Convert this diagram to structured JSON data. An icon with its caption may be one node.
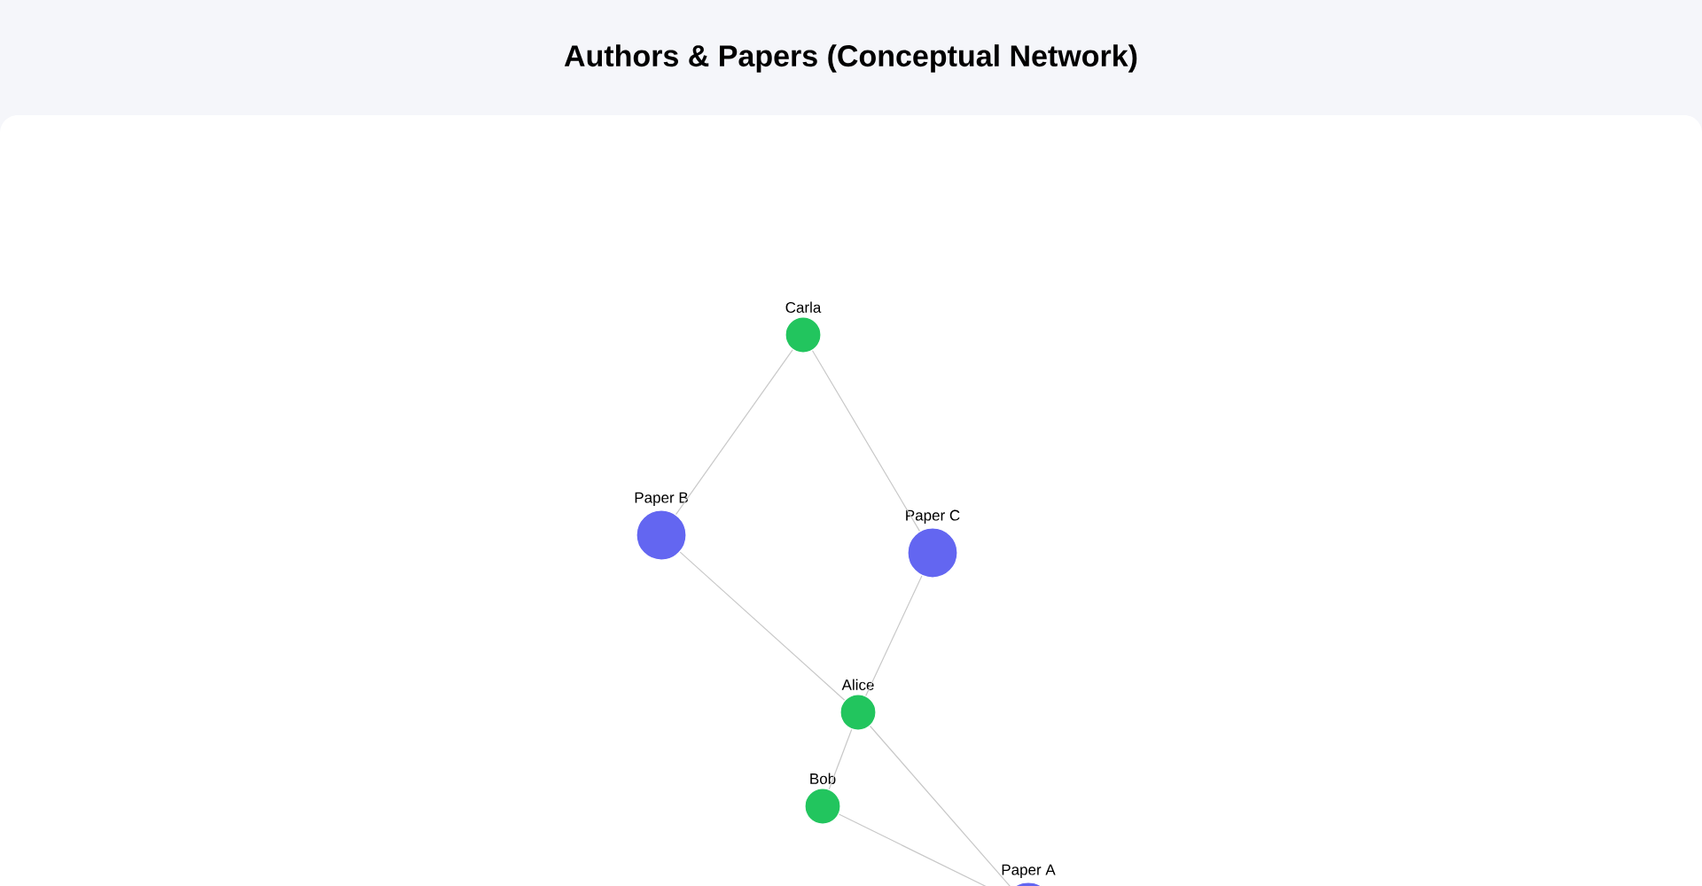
{
  "diagram": {
    "title": "Authors & Papers (Conceptual Network)",
    "nodes": [
      {
        "text": [
          "Carla"
        ]
      },
      {
        "text": [
          "Paper B"
        ]
      },
      {
        "text": [
          "Paper C"
        ]
      },
      {
        "text": [
          "Alice"
        ]
      },
      {
        "text": [
          "Bob"
        ]
      },
      {
        "text": [
          "Paper A"
        ]
      }
    ],
    "edges": [
      {
        "from": 0,
        "to": 1,
        "arrow": "none"
      },
      {
        "from": 0,
        "to": 2,
        "arrow": "none"
      },
      {
        "from": 1,
        "to": 3,
        "arrow": "none"
      },
      {
        "from": 2,
        "to": 3,
        "arrow": "none"
      },
      {
        "from": 3,
        "to": 4,
        "arrow": "none"
      },
      {
        "from": 3,
        "to": 5,
        "arrow": "none"
      },
      {
        "from": 4,
        "to": 5,
        "arrow": "none"
      }
    ]
  }
}
